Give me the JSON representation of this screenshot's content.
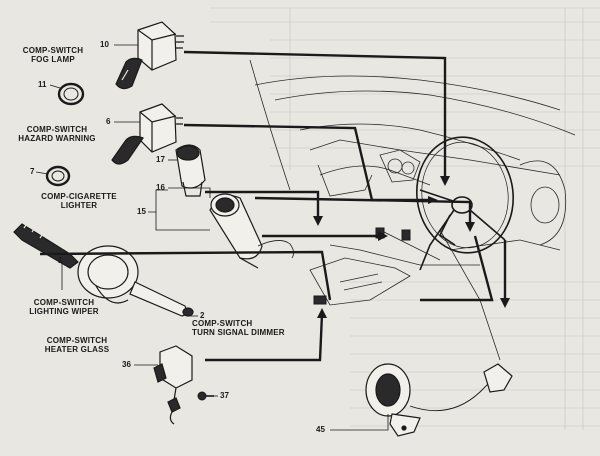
{
  "diagram": {
    "labels": {
      "fog_lamp_line1": "COMP-SWITCH",
      "fog_lamp_line2": "FOG LAMP",
      "hazard_line1": "COMP-SWITCH",
      "hazard_line2": "HAZARD WARNING",
      "cigarette_line1": "COMP-CIGARETTE",
      "cigarette_line2": "LIGHTER",
      "lighting_wiper_line1": "COMP-SWITCH",
      "lighting_wiper_line2": "LIGHTING WIPER",
      "turn_signal_line1": "COMP-SWITCH",
      "turn_signal_line2": "TURN SIGNAL DIMMER",
      "heater_glass_line1": "COMP-SWITCH",
      "heater_glass_line2": "HEATER GLASS"
    },
    "callouts": {
      "n10": "10",
      "n11": "11",
      "n6": "6",
      "n7": "7",
      "n17": "17",
      "n16": "16",
      "n15": "15",
      "n1": "1",
      "n2": "2",
      "n36": "36",
      "n37": "37",
      "n45": "45"
    },
    "colors": {
      "paper": "#e9e7e2",
      "ink": "#1a1a1a",
      "faint_ink": "#9a9893"
    }
  }
}
